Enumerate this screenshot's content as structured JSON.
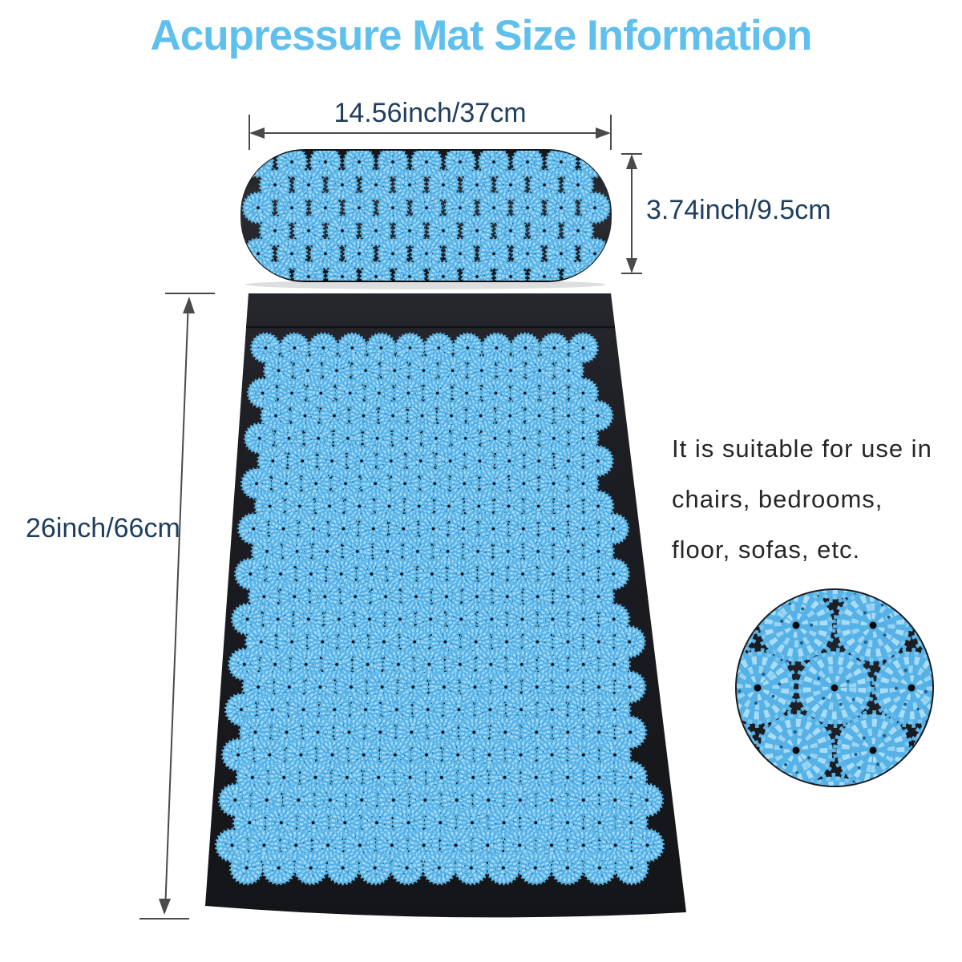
{
  "title": "Acupressure Mat Size Information",
  "labels": {
    "pillow_width": "14.56inch/37cm",
    "pillow_height": "3.74inch/9.5cm",
    "mat_height": "26inch/66cm"
  },
  "description": {
    "line1": "It is suitable for use in",
    "line2": "chairs, bedrooms,",
    "line3": "floor, sofas, etc."
  },
  "colors": {
    "title": "#5fc0ee",
    "dimension_text": "#1e3e5e",
    "description_text": "#262626",
    "fabric_dark": "#17181c",
    "fabric_mid": "#2c2e33",
    "disc_blue": "#56b2e6",
    "disc_light": "#a9dcf7",
    "disc_speck": "#1c5d8c",
    "arrow": "#4a4a4a",
    "background": "#ffffff"
  }
}
